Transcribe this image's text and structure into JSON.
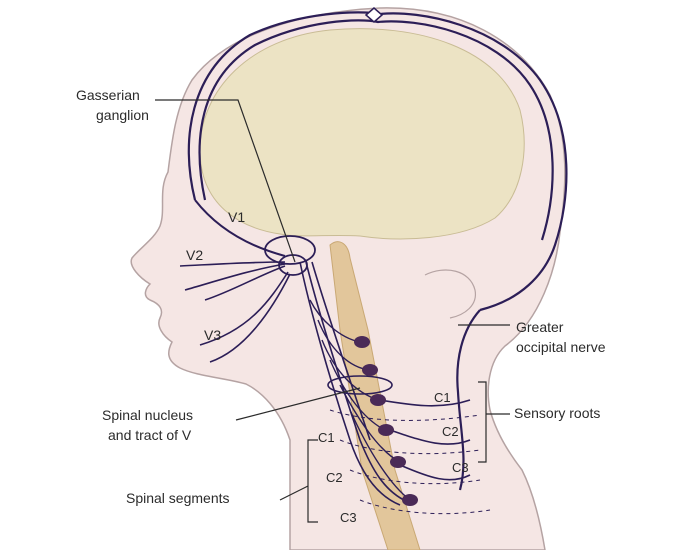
{
  "colors": {
    "skin": "#f5e6e4",
    "skin_outline": "#b5a3a3",
    "brain": "#ece3c4",
    "spine": "#e2c69b",
    "nerve": "#2c1e57",
    "ganglion": "#4a2a57",
    "leader": "#2b2b2b"
  },
  "labels": {
    "gasserian_line1": "Gasserian",
    "gasserian_line2": "ganglion",
    "v1": "V1",
    "v2": "V2",
    "v3": "V3",
    "greater_occipital_line1": "Greater",
    "greater_occipital_line2": "occipital nerve",
    "sensory_roots": "Sensory roots",
    "spinal_nucleus_line1": "Spinal nucleus",
    "spinal_nucleus_line2": "and tract of V",
    "spinal_segments": "Spinal segments"
  },
  "roots": {
    "c1": "C1",
    "c2": "C2",
    "c3": "C3"
  },
  "segments": {
    "c1": "C1",
    "c2": "C2",
    "c3": "C3"
  }
}
